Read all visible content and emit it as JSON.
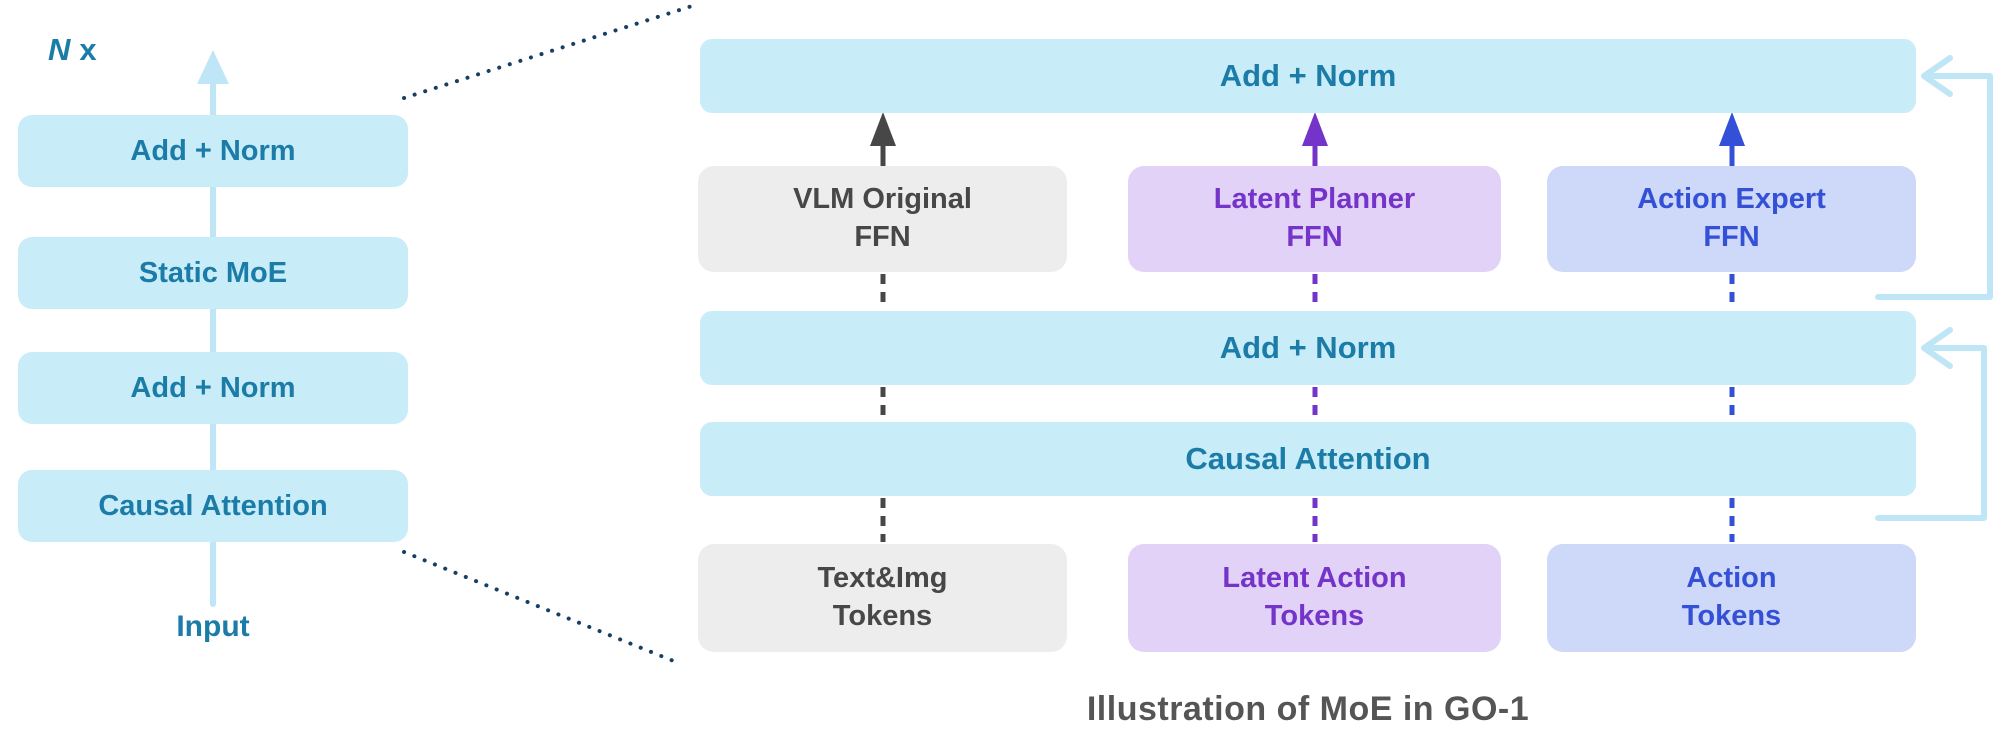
{
  "palette": {
    "box-blue": "#c9ecf9",
    "text-teal": "#1b7ca7",
    "box-gray": "#ededed",
    "text-gray": "#474747",
    "box-purple": "#e3d2f7",
    "text-purple": "#7433c9",
    "box-periwinkle": "#ced8f8",
    "text-blue": "#3350d6",
    "line-lightblue": "#bfe6f7",
    "line-dotted": "#173f63",
    "caption-gray": "#555555"
  },
  "left_stack": {
    "repeat_prefix": "N",
    "repeat_suffix": "x",
    "blocks": [
      {
        "label": "Add + Norm"
      },
      {
        "label": "Static MoE"
      },
      {
        "label": "Add + Norm"
      },
      {
        "label": "Causal Attention"
      }
    ],
    "input_label": "Input"
  },
  "detail": {
    "top_add_norm": "Add + Norm",
    "mid_add_norm": "Add + Norm",
    "causal_attention": "Causal Attention",
    "experts": [
      {
        "label": "VLM Original\nFFN"
      },
      {
        "label": "Latent Planner\nFFN"
      },
      {
        "label": "Action Expert\nFFN"
      }
    ],
    "tokens": [
      {
        "label": "Text&Img\nTokens"
      },
      {
        "label": "Latent Action\nTokens"
      },
      {
        "label": "Action\nTokens"
      }
    ]
  },
  "caption": "Illustration of MoE in GO-1"
}
